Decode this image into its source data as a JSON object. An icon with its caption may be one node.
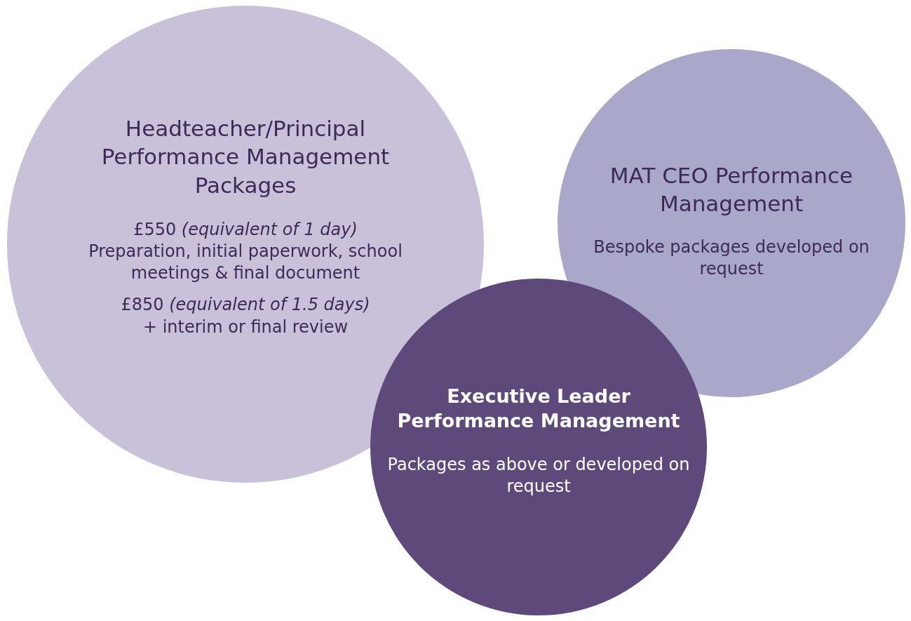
{
  "diagram": {
    "nodes": [
      {
        "text": [
          "Headteacher/Principal Performance Management Packages",
          "£550 *(equivalent of 1 day)*",
          "Preparation, initial paperwork, school meetings & final document",
          "£850 *(equivalent of 1.5 days)*",
          "+ interim or final review"
        ]
      },
      {
        "text": [
          "MAT CEO Performance Management",
          "Bespoke packages developed on request"
        ]
      },
      {
        "text": [
          "Executive Leader Performance Management",
          "Packages as above or developed on request"
        ]
      }
    ]
  }
}
